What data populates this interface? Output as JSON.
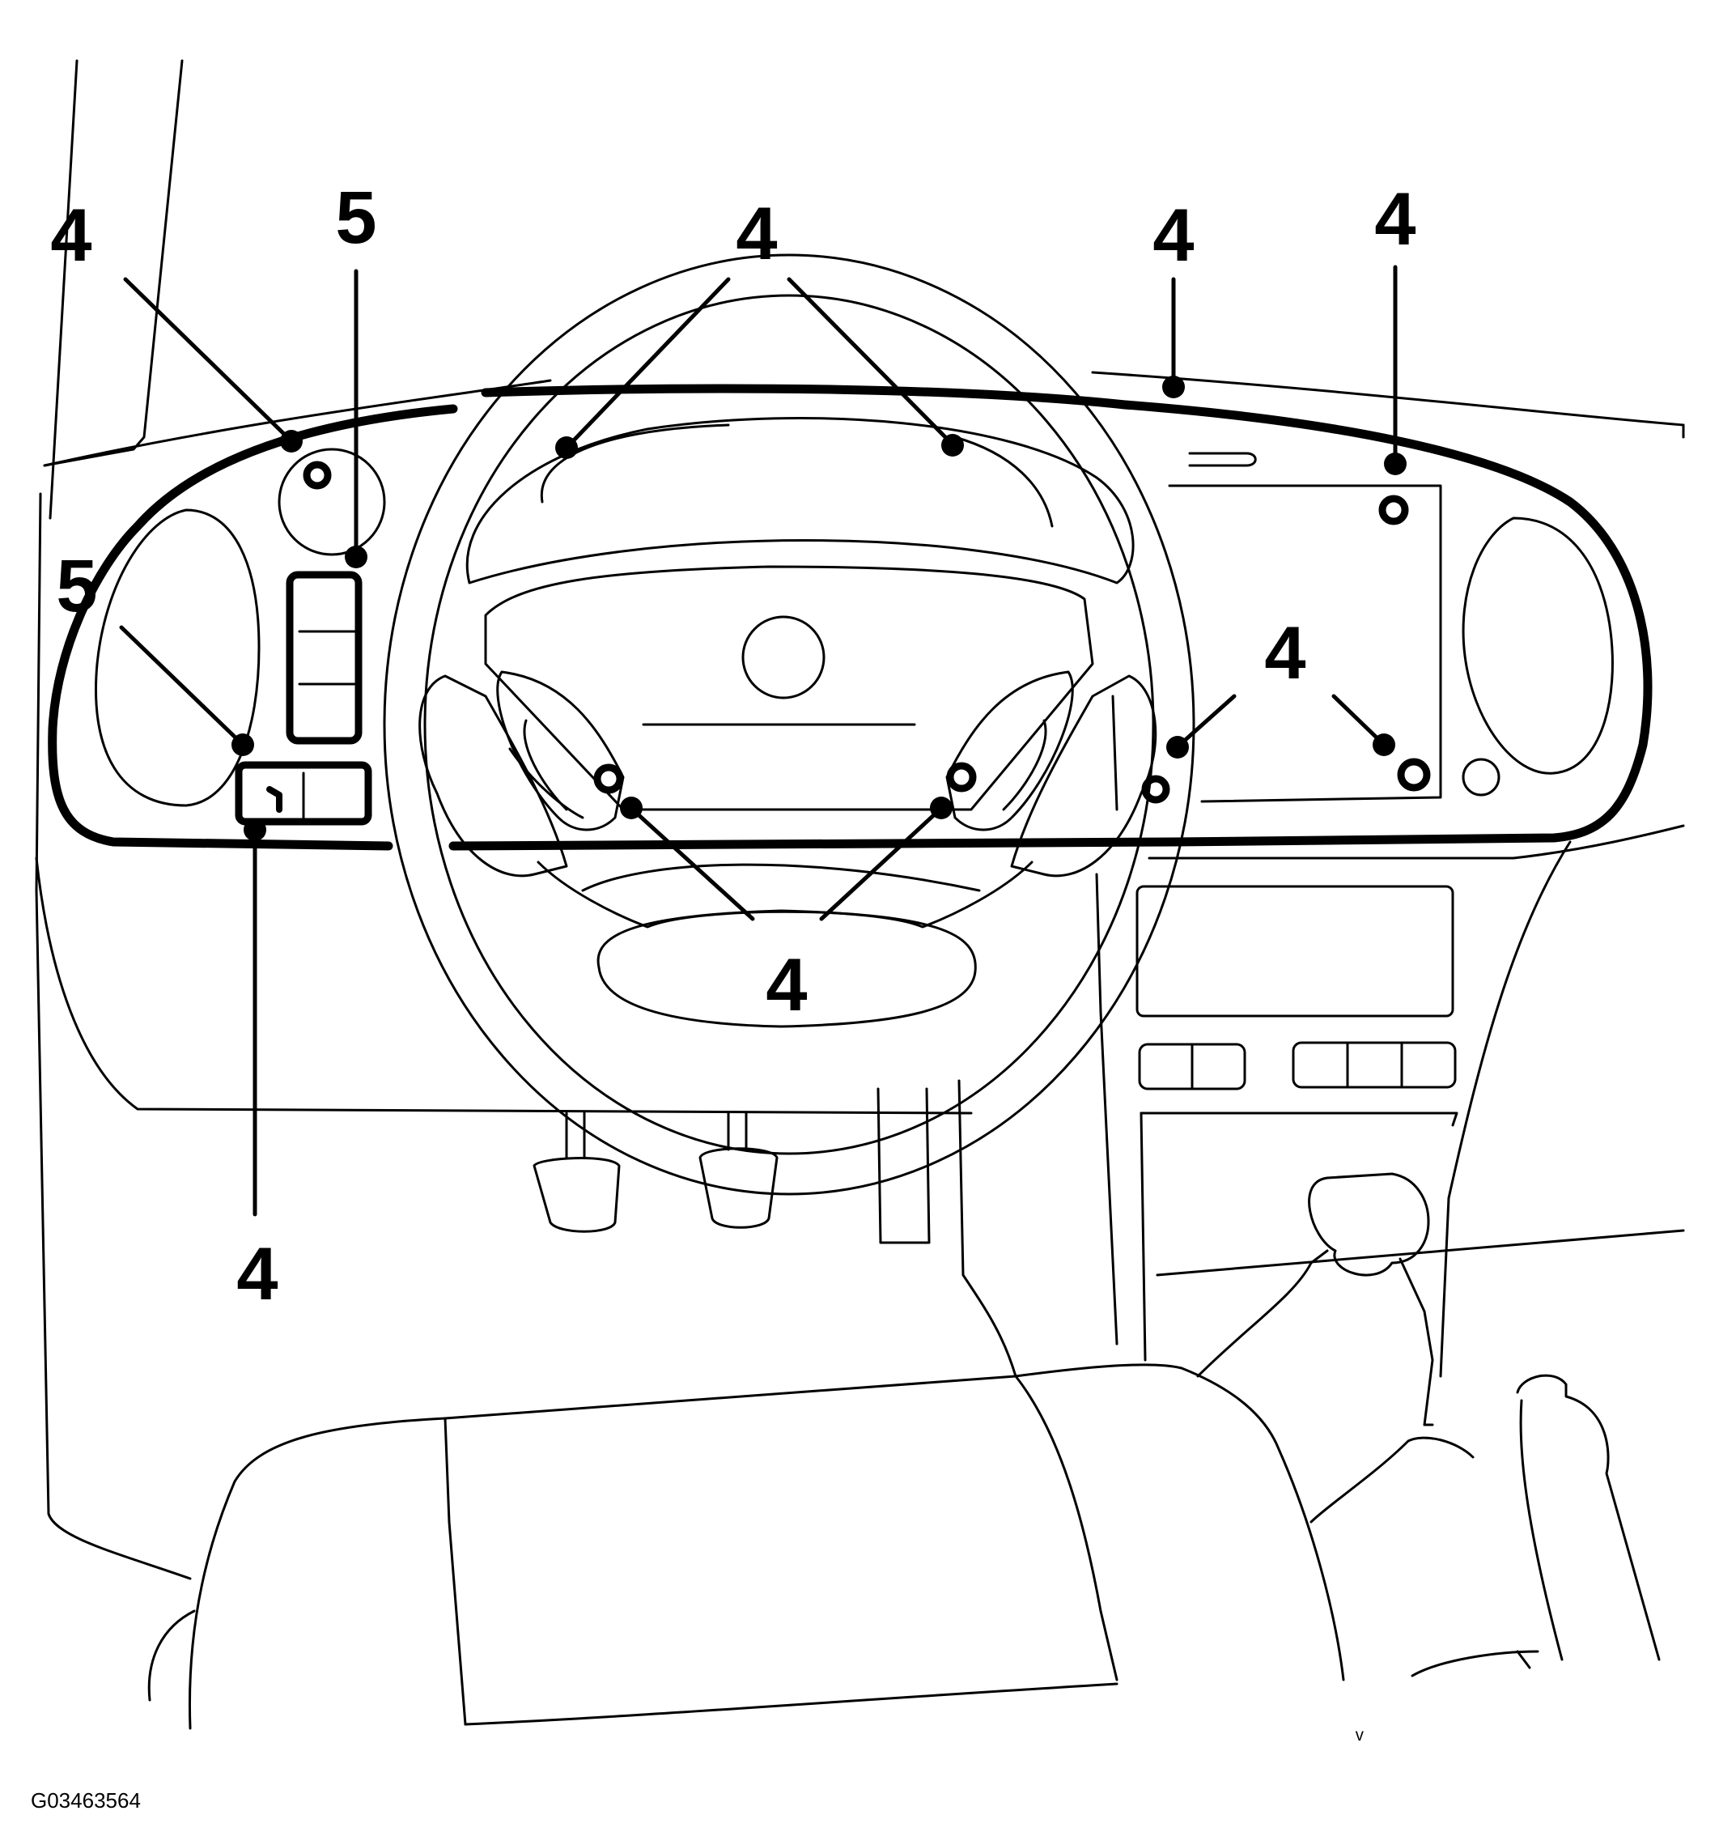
{
  "figure": {
    "id": "G03463564",
    "corner_mark": "ᵛ"
  },
  "callouts": [
    {
      "key": "top_left",
      "label": "4"
    },
    {
      "key": "left_panel",
      "label": "5"
    },
    {
      "key": "lower_left_panel",
      "label": "5"
    },
    {
      "key": "upper_center",
      "label": "4"
    },
    {
      "key": "top_right_left",
      "label": "4"
    },
    {
      "key": "top_right",
      "label": "4"
    },
    {
      "key": "right_mid",
      "label": "4"
    },
    {
      "key": "bottom_center",
      "label": "4"
    },
    {
      "key": "bottom_left",
      "label": "4"
    }
  ]
}
